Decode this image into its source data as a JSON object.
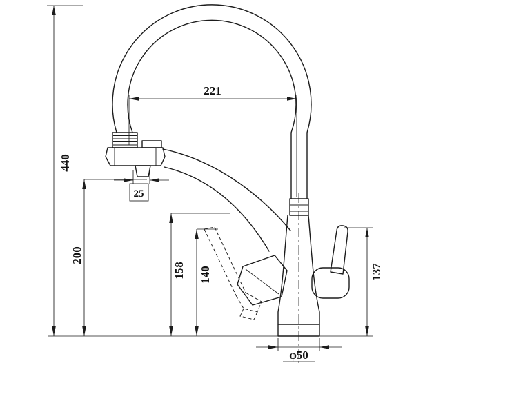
{
  "drawing": {
    "labels": {
      "top_width": "221",
      "overall_height": "440",
      "spray_offset": "25",
      "spray_height": "200",
      "spout_height": "158",
      "outlet_height": "140",
      "handle_height": "137",
      "base_diameter": "φ50"
    },
    "colors": {
      "line": "#1c1c1c",
      "background": "#ffffff"
    }
  }
}
